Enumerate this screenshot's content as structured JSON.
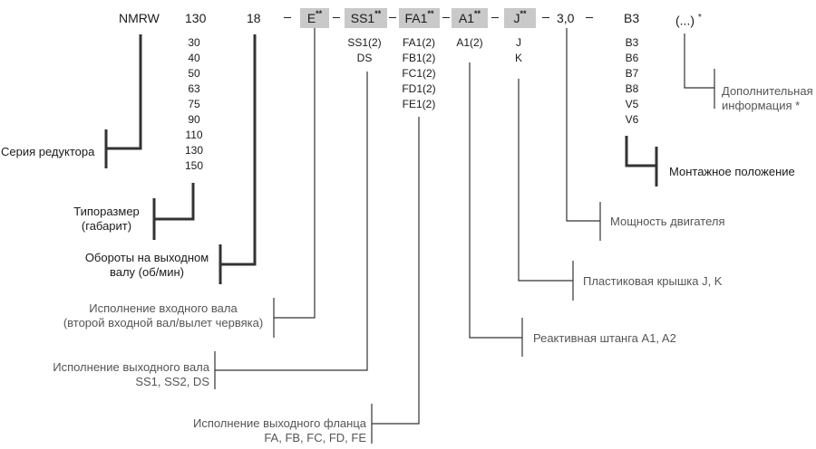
{
  "codes": {
    "nmrw": "NMRW",
    "size": "130",
    "speed": "18",
    "input_shaft": "E",
    "output_shaft": "SS1",
    "flange": "FA1",
    "torque_arm": "A1",
    "cover": "J",
    "power": "3,0",
    "position": "B3",
    "extra": "(...)",
    "marks": "**",
    "extra_mark": "*"
  },
  "options": {
    "size": [
      "30",
      "40",
      "50",
      "63",
      "75",
      "90",
      "110",
      "130",
      "150"
    ],
    "output_shaft": [
      "SS1(2)",
      "DS"
    ],
    "flange": [
      "FA1(2)",
      "FB1(2)",
      "FC1(2)",
      "FD1(2)",
      "FE1(2)"
    ],
    "torque_arm": [
      "A1(2)"
    ],
    "cover": [
      "J",
      "K"
    ],
    "position": [
      "B3",
      "B6",
      "B7",
      "B8",
      "V5",
      "V6"
    ]
  },
  "labels": {
    "series": "Серия редуктора",
    "size_l1": "Типоразмер",
    "size_l2": "(габарит)",
    "speed_l1": "Обороты на выходном",
    "speed_l2": "валу (об/мин)",
    "input_l1": "Исполнение входного вала",
    "input_l2": "(второй входной вал/вылет червяка)",
    "output_l1": "Исполнение выходного вала",
    "output_l2": "SS1, SS2, DS",
    "flange_l1": "Исполнение выходного фланца",
    "flange_l2": "FA, FB, FC, FD, FE",
    "torque_arm": "Реактивная штанга A1, A2",
    "cover": "Пластиковая крышка J, K",
    "power": "Мощность двигателя",
    "position": "Монтажное положение",
    "extra_l1": "Дополнительная",
    "extra_l2": "информация *"
  },
  "colors": {
    "box": "#c9c9c9",
    "line": "#333333",
    "label_grey": "#555555",
    "label_dark": "#1a1a1a"
  }
}
